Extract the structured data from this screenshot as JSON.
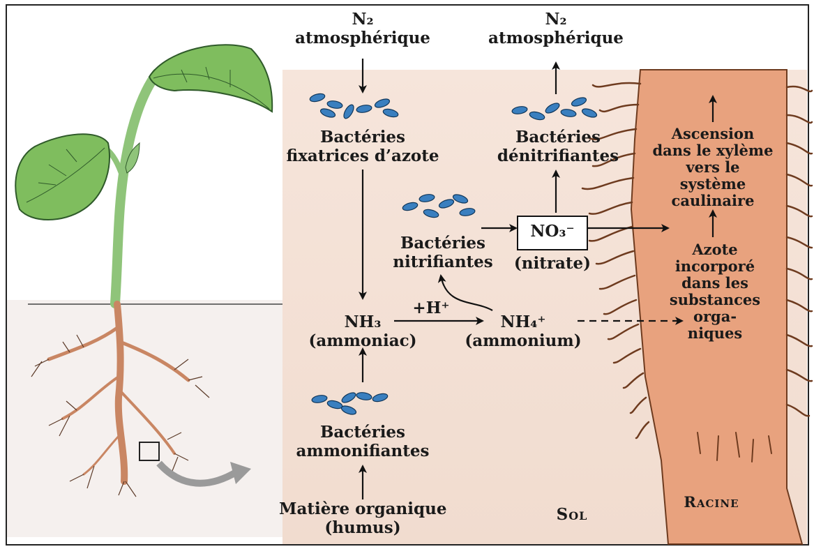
{
  "diagram": {
    "n2_left": {
      "line1": "N₂",
      "line2": "atmosphérique"
    },
    "n2_right": {
      "line1": "N₂",
      "line2": "atmosphérique"
    },
    "fixing_bacteria": {
      "line1": "Bactéries",
      "line2": "fixatrices d’azote"
    },
    "denitrifying_bacteria": {
      "line1": "Bactéries",
      "line2": "dénitrifiantes"
    },
    "nitrifying_bacteria": {
      "line1": "Bactéries",
      "line2": "nitrifiantes"
    },
    "nitrate": {
      "formula": "NO₃⁻",
      "name": "(nitrate)"
    },
    "ammonia": {
      "formula": "NH₃",
      "name": "(ammoniac)"
    },
    "proton": "+H⁺",
    "ammonium": {
      "formula": "NH₄⁺",
      "name": "(ammonium)"
    },
    "ammonifying_bacteria": {
      "line1": "Bactéries",
      "line2": "ammonifiantes"
    },
    "organic_matter": {
      "line1": "Matière organique",
      "line2": "(humus)"
    },
    "soil_label": "Sol",
    "root_label": "Racine",
    "ascension": [
      "Ascension",
      "dans le xylème",
      "vers le",
      "système",
      "caulinaire"
    ],
    "incorporation": [
      "Azote",
      "incorporé",
      "dans les",
      "substances",
      "orga-",
      "niques"
    ]
  },
  "colors": {
    "soil": "#f3dfd3",
    "root": "#e8a27e",
    "root_outline": "#6e3b1f",
    "bacteria": "#3a7fbf",
    "leaf": "#7fbd5e",
    "stem": "#a9d48c"
  }
}
